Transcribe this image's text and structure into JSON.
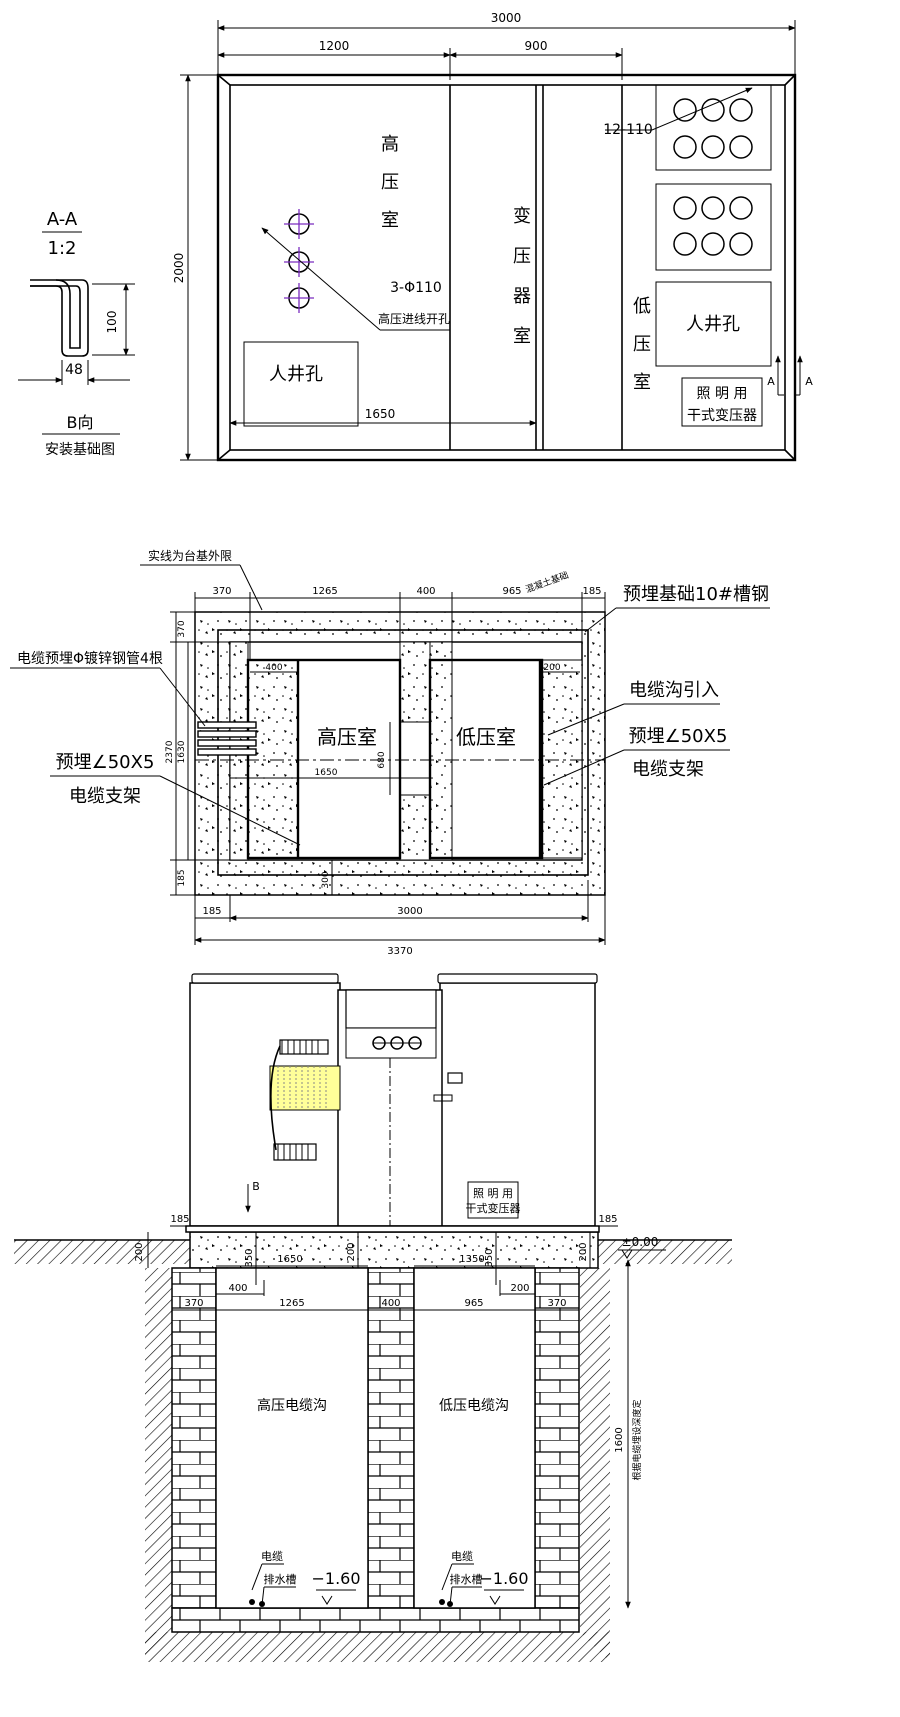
{
  "plan": {
    "dims": {
      "total": "3000",
      "left": "1200",
      "mid": "900",
      "height": "2000",
      "bottom": "1650"
    },
    "high_room": [
      "高",
      "压",
      "室"
    ],
    "transformer_room": [
      "变",
      "压",
      "器",
      "室"
    ],
    "low_room": [
      "低",
      "压",
      "室"
    ],
    "incoming_spec": "3-Φ110",
    "incoming_label": "高压进线开孔",
    "manhole_left": "人井孔",
    "manhole_right": "人井孔",
    "holes_label": "12-110",
    "lighting_line1": "照 明 用",
    "lighting_line2": "干式变压器",
    "section_mark": "A"
  },
  "detail": {
    "title": "A-A",
    "scale": "1:2",
    "dim_h": "100",
    "dim_w": "48",
    "view": "B向",
    "caption": "安装基础图"
  },
  "foundation": {
    "outer_limit": "实线为台基外限",
    "top_dims": [
      "370",
      "1265",
      "400",
      "965",
      "185"
    ],
    "tiny_note": "混凝土基础",
    "left_dims": [
      "370",
      "1630",
      "2370",
      "185"
    ],
    "inner_dims": {
      "d400": "400",
      "d200": "200",
      "d1650": "1650",
      "d680": "680",
      "d300": "300"
    },
    "bottom_dims": {
      "d185": "185",
      "d3000": "3000",
      "d3370": "3370"
    },
    "high_room": "高压室",
    "low_room": "低压室",
    "left_labels": {
      "conduit": "电缆预埋Φ镀锌钢管4根",
      "angle": "预埋∠50X5",
      "support": "电缆支架"
    },
    "right_labels": {
      "channel": "预埋基础10#槽钢",
      "cable_in": "电缆沟引入",
      "angle": "预埋∠50X5",
      "support": "电缆支架"
    }
  },
  "elevation": {
    "b_mark": "B",
    "lighting_line1": "照 明 用",
    "lighting_line2": "干式变压器",
    "dims": {
      "left185": "185",
      "right185": "185",
      "h200a": "200",
      "h350a": "350",
      "h200b": "200",
      "h350b": "350",
      "h200c": "200",
      "w1650": "1650",
      "w1350": "1350",
      "w400": "400",
      "w200": "200",
      "base": [
        "370",
        "1265",
        "400",
        "965",
        "370"
      ],
      "depth": "1600"
    },
    "level_top": "±0.00",
    "depth_note": "根据电缆埋设深度定",
    "high_trench": "高压电缆沟",
    "low_trench": "低压电缆沟",
    "cable": "电缆",
    "drain": "排水槽",
    "level_bottom": "−1.60"
  }
}
